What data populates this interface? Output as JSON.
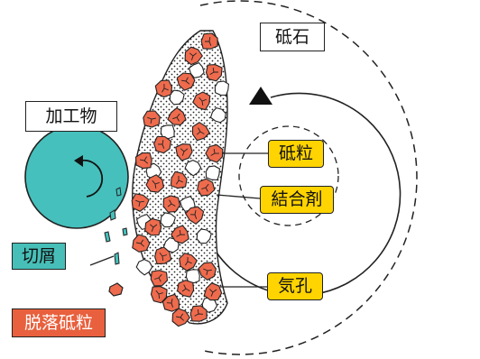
{
  "labels": {
    "grinding_wheel": "砥石",
    "workpiece": "加工物",
    "abrasive_grain": "砥粒",
    "bond": "結合剤",
    "pore": "気孔",
    "chips": "切屑",
    "dislodged_grain": "脱落砥粒"
  },
  "colors": {
    "abrasive": "#ee6b4d",
    "workpiece": "#45c0bc",
    "callout": "#ffd400",
    "chips_box": "#47bfb8",
    "dislodged_box": "#e8603d",
    "outline": "#222222"
  },
  "icons": {
    "rotation_arrow_wheel": "triangle-up-icon",
    "rotation_arrow_workpiece": "curved-arrow-icon"
  }
}
